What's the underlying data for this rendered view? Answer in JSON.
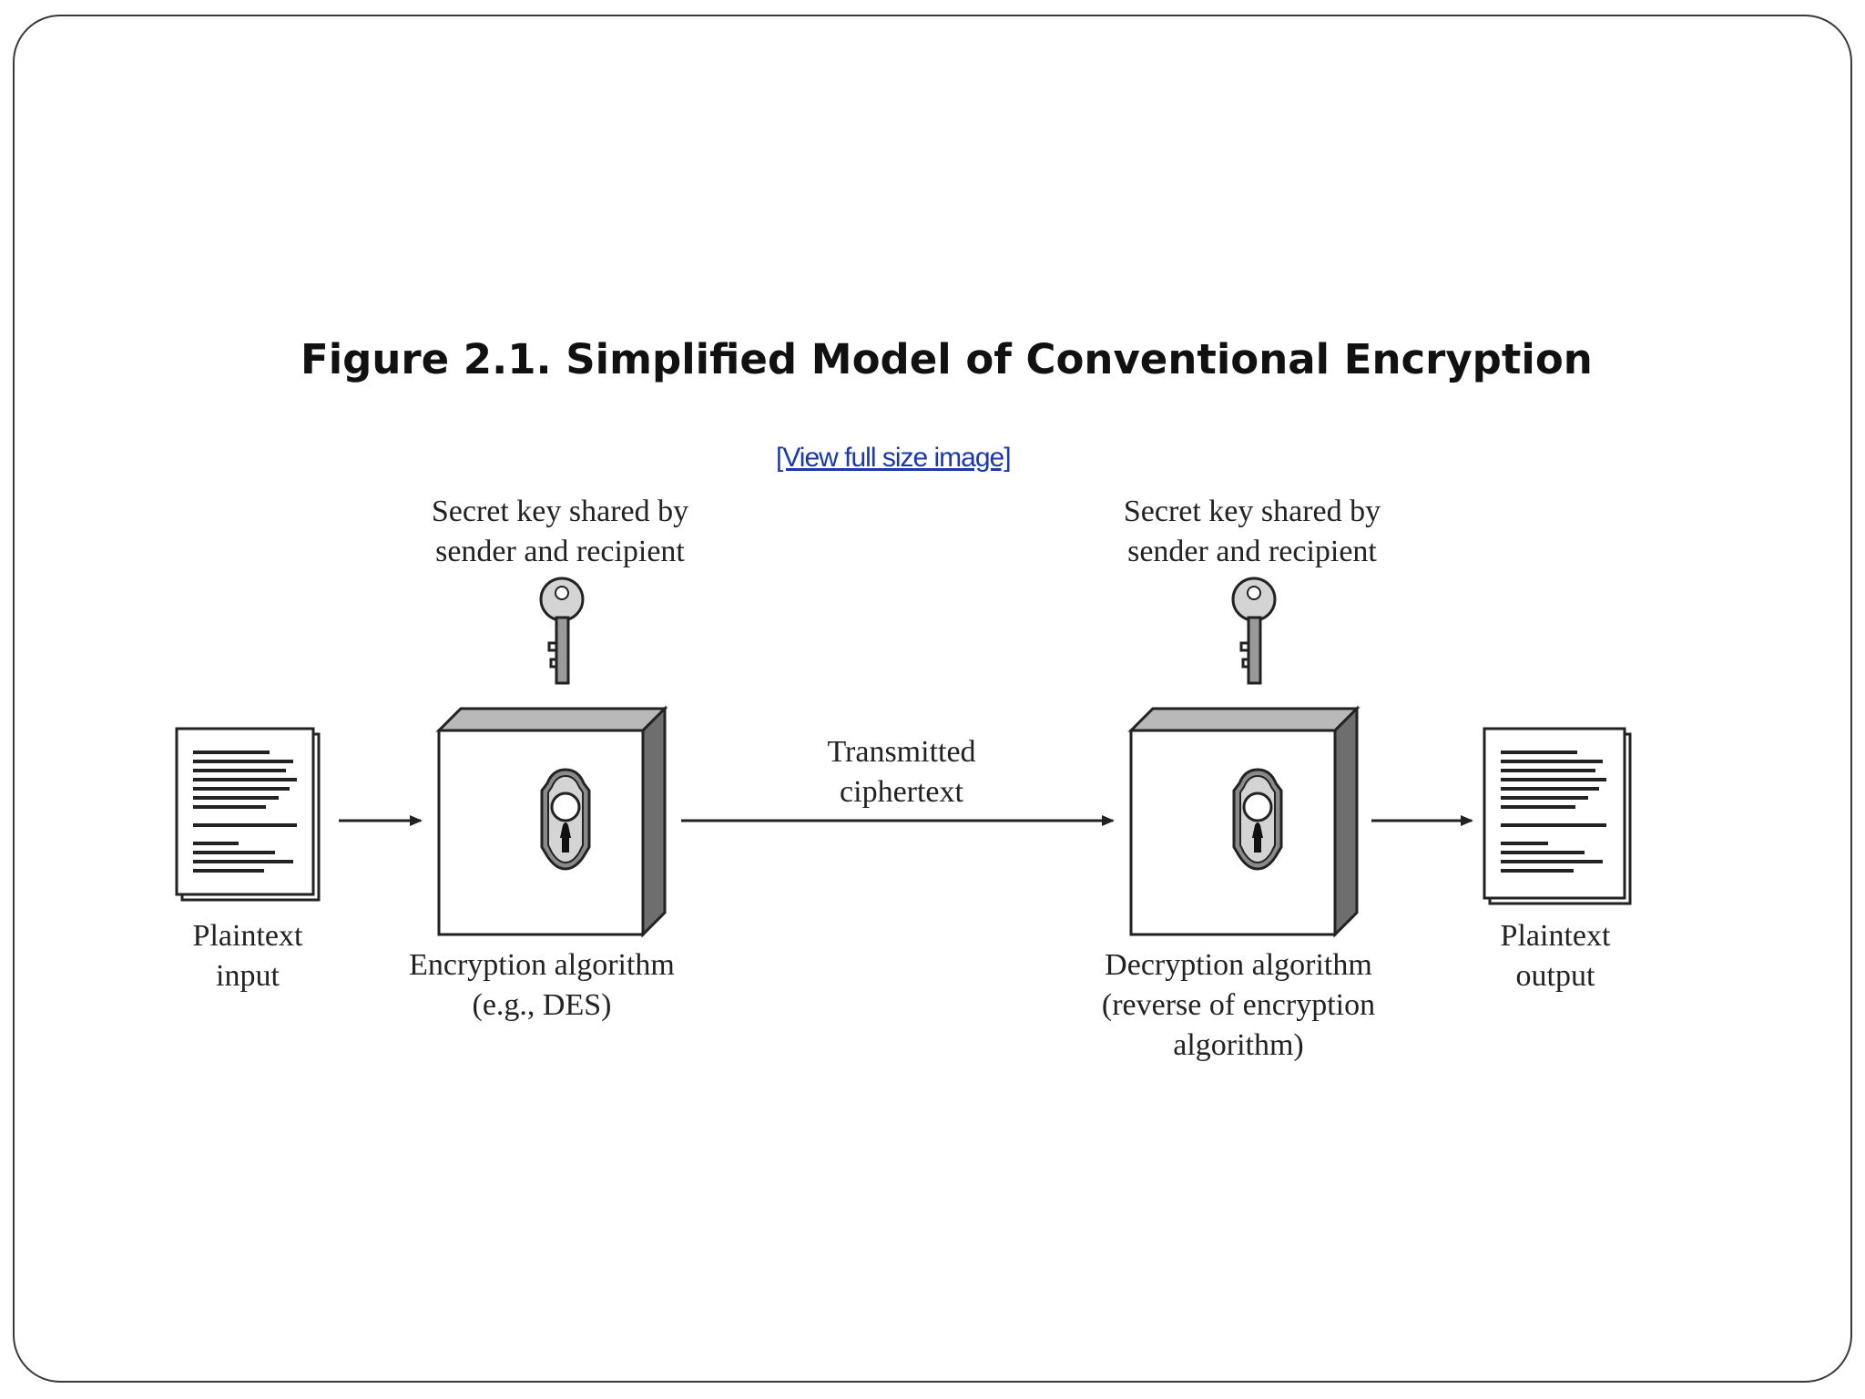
{
  "figure": {
    "title": "Figure 2.1. Simplified Model of Conventional Encryption",
    "view_link": "[View full size image]"
  },
  "nodes": {
    "plaintext_input": {
      "line1": "Plaintext",
      "line2": "input"
    },
    "key_left": {
      "line1": "Secret key shared by",
      "line2": "sender and recipient"
    },
    "encryption": {
      "line1": "Encryption algorithm",
      "line2": "(e.g., DES)"
    },
    "channel": {
      "line1": "Transmitted",
      "line2": "ciphertext"
    },
    "key_right": {
      "line1": "Secret key shared by",
      "line2": "sender and recipient"
    },
    "decryption": {
      "line1": "Decryption algorithm",
      "line2": "(reverse of encryption",
      "line3": "algorithm)"
    },
    "plaintext_output": {
      "line1": "Plaintext",
      "line2": "output"
    }
  },
  "colors": {
    "frame": "#3a3a3a",
    "ink": "#222222",
    "link": "#1a3aa8",
    "box_side": "#6e6e6e",
    "box_top": "#b9b9b9"
  },
  "icons": [
    "document-icon",
    "key-icon",
    "lock-box-icon",
    "arrow-icon"
  ]
}
